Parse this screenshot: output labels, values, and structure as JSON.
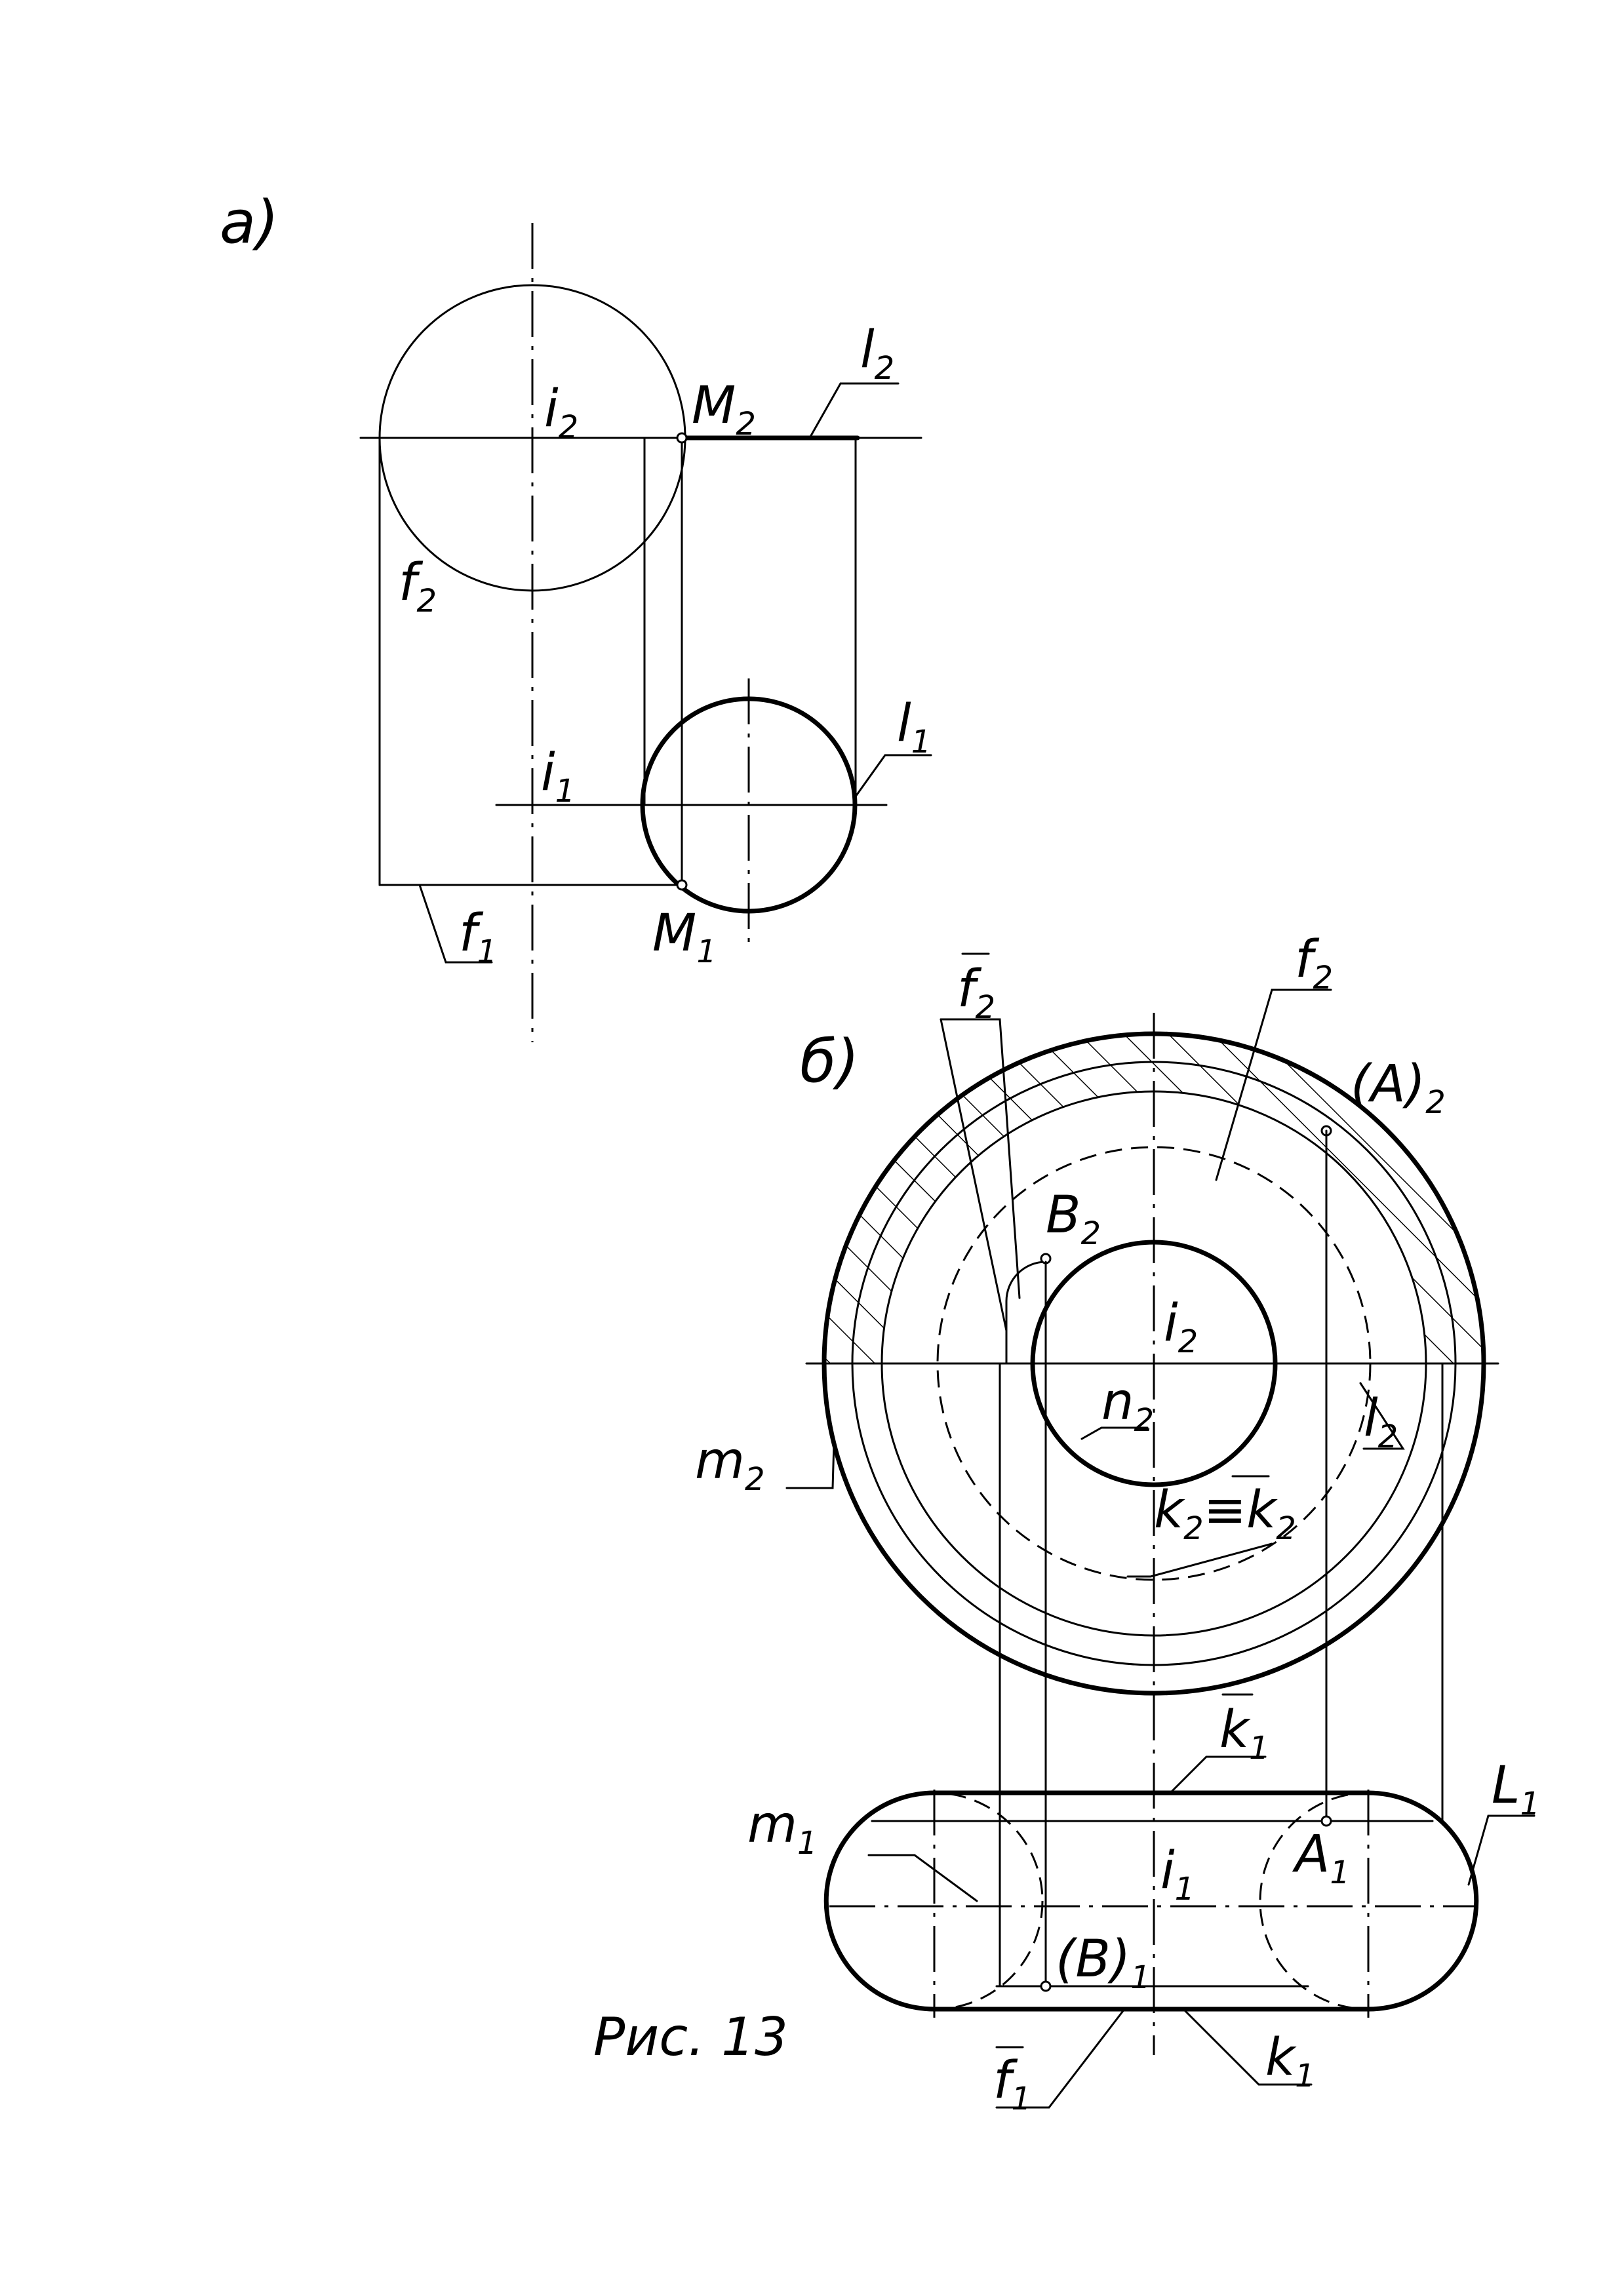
{
  "figure": {
    "caption": "Рис. 13"
  },
  "part_a": {
    "label": "а)",
    "labels": {
      "i2": {
        "main": "i",
        "sub": "2"
      },
      "M2": {
        "main": "M",
        "sub": "2"
      },
      "l2": {
        "main": "l",
        "sub": "2"
      },
      "f2": {
        "main": "f",
        "sub": "2"
      },
      "i1": {
        "main": "i",
        "sub": "1"
      },
      "l1": {
        "main": "l",
        "sub": "1"
      },
      "f1": {
        "main": "f",
        "sub": "1"
      },
      "M1": {
        "main": "M",
        "sub": "1"
      }
    }
  },
  "part_b": {
    "label": "б)",
    "labels": {
      "f2bar": {
        "main": "f",
        "sub": "2"
      },
      "f2": {
        "main": "f",
        "sub": "2"
      },
      "A2": {
        "main": "(A)",
        "sub": "2"
      },
      "B2": {
        "main": "B",
        "sub": "2"
      },
      "i2": {
        "main": "i",
        "sub": "2"
      },
      "n2": {
        "main": "n",
        "sub": "2"
      },
      "l2": {
        "main": "l",
        "sub": "2"
      },
      "m2": {
        "main": "m",
        "sub": "2"
      },
      "k2": {
        "main": "k",
        "sub": "2",
        "mid": "≡",
        "main2": "k",
        "sub2": "2"
      },
      "k1bar": {
        "main": "k",
        "sub": "1"
      },
      "L1": {
        "main": "L",
        "sub": "1"
      },
      "m1": {
        "main": "m",
        "sub": "1"
      },
      "A1": {
        "main": "A",
        "sub": "1"
      },
      "i1": {
        "main": "i",
        "sub": "1"
      },
      "B1": {
        "main": "(B)",
        "sub": "1"
      },
      "f1bar": {
        "main": "f",
        "sub": "1"
      },
      "k1": {
        "main": "k",
        "sub": "1"
      }
    }
  }
}
